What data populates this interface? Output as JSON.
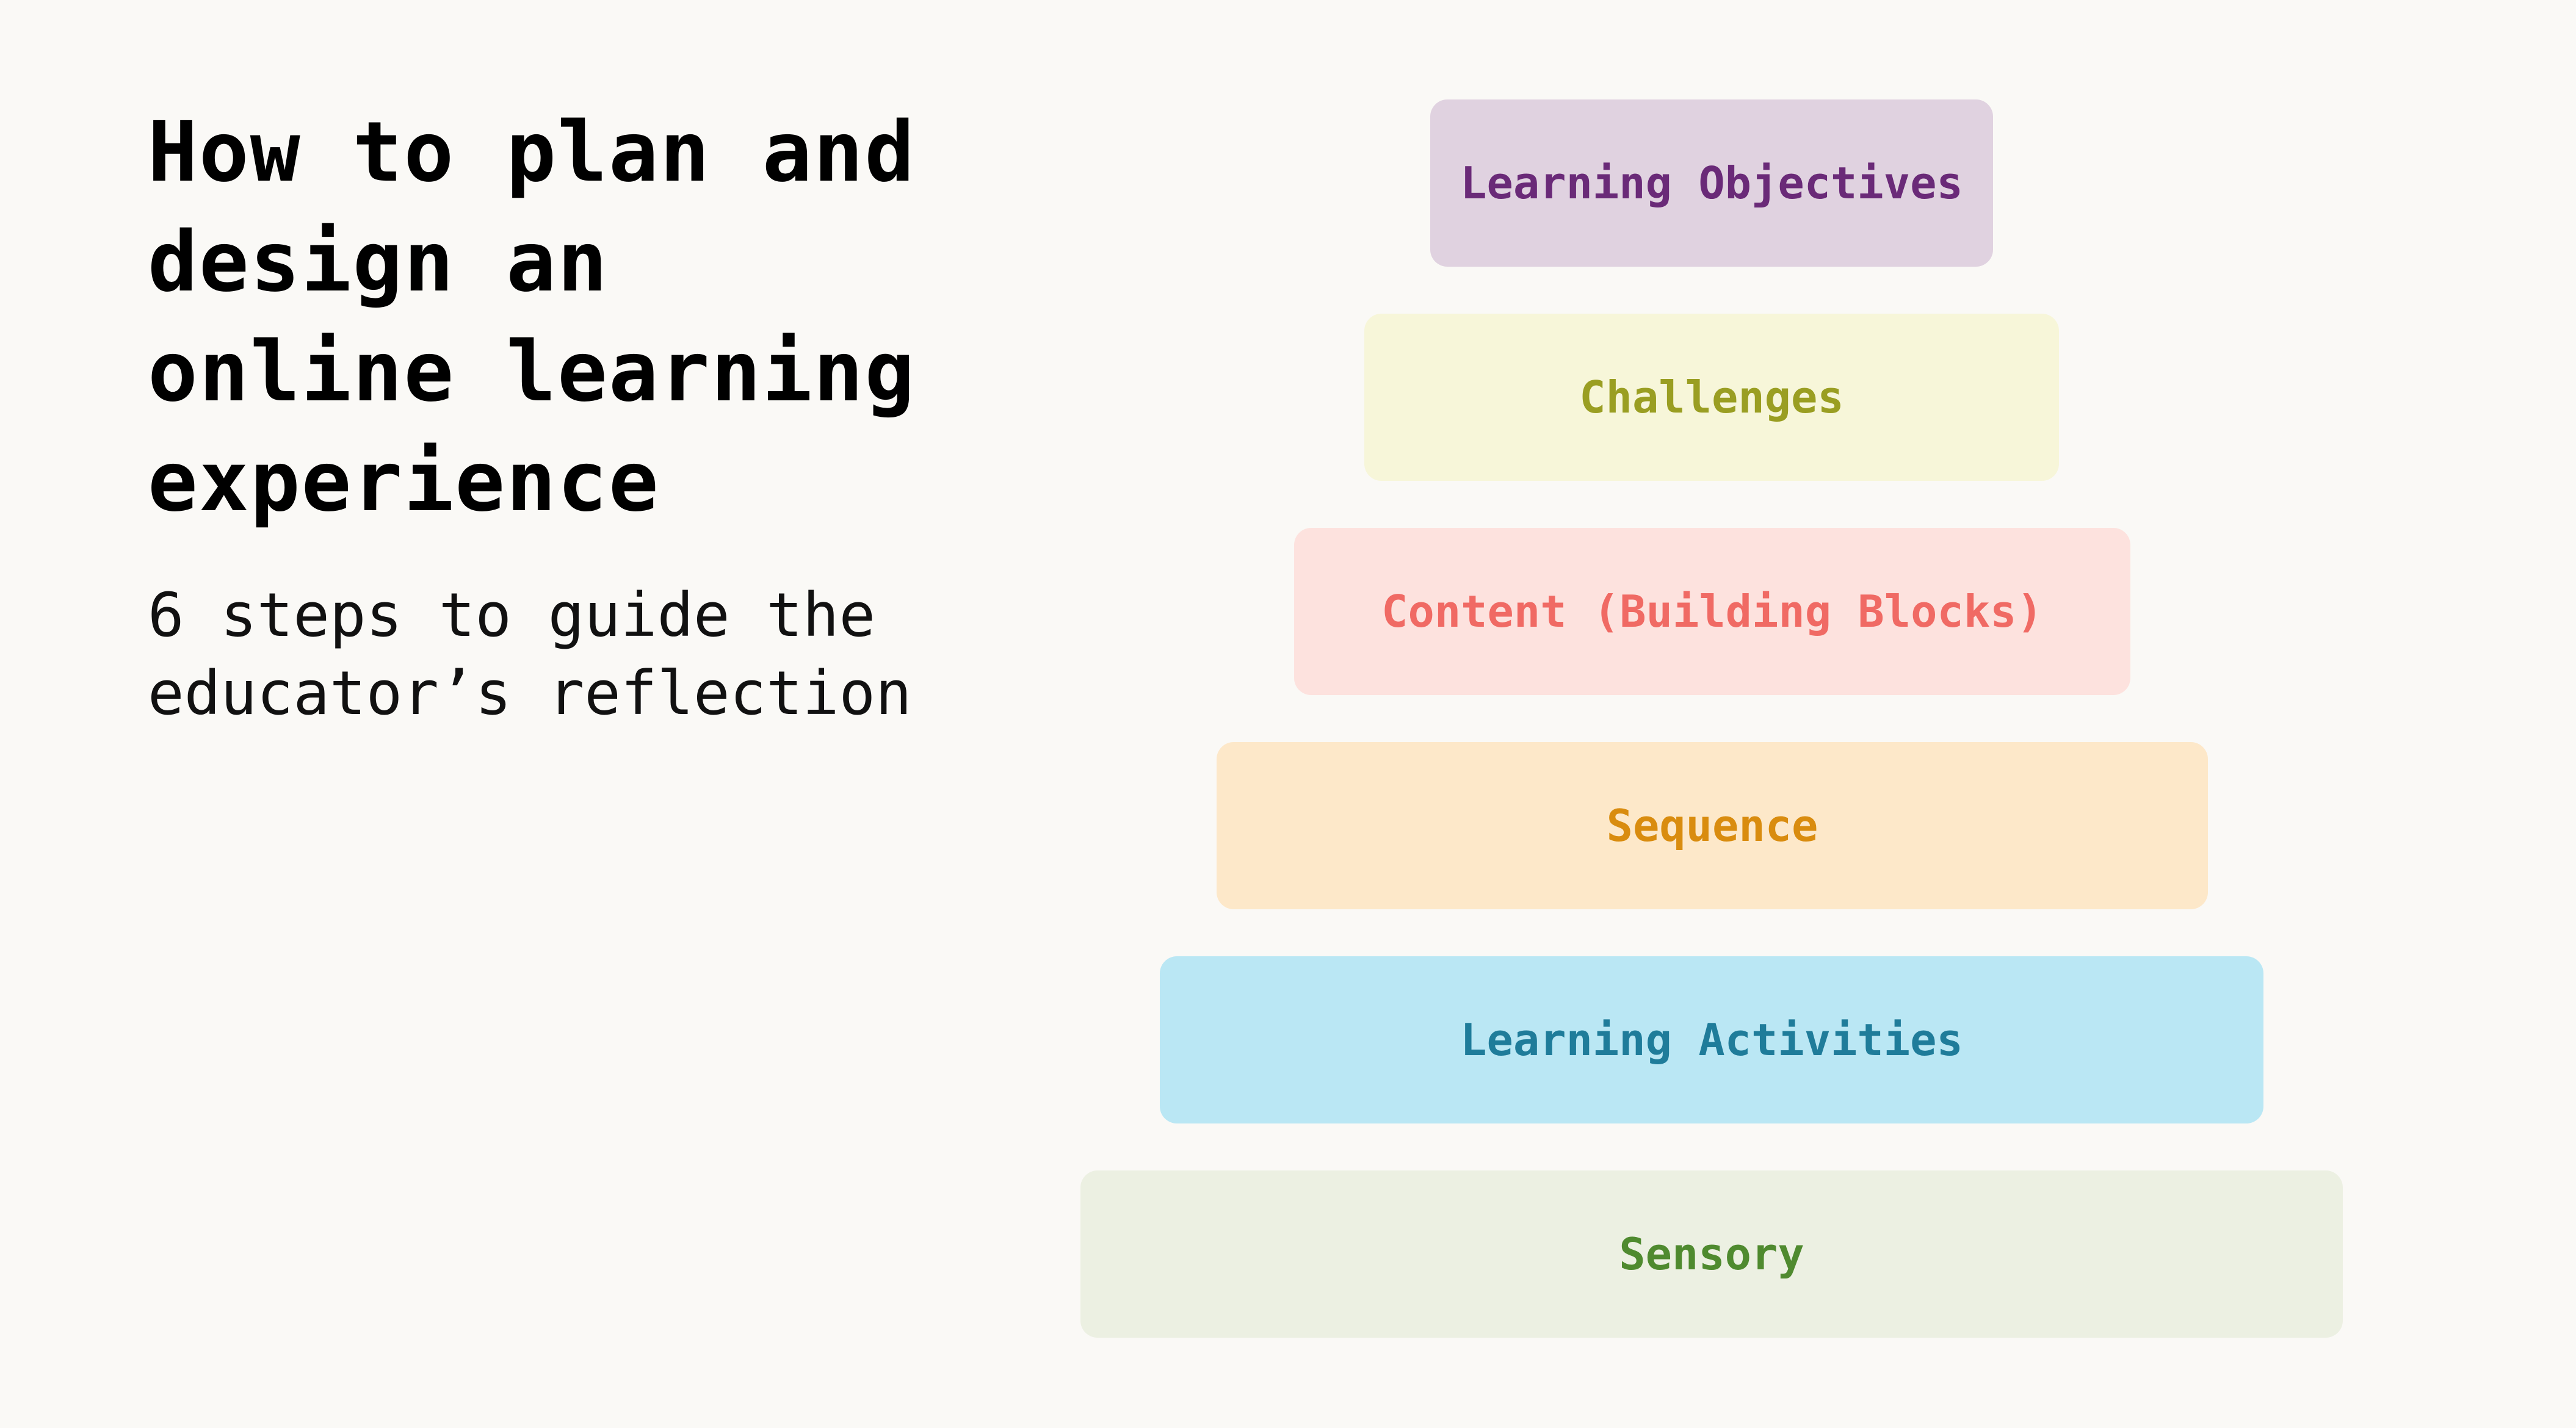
{
  "title_lines": [
    "How to plan and",
    "design an",
    "online learning",
    "experience"
  ],
  "subtitle_lines": [
    "6 steps to guide the",
    "educator’s reflection"
  ],
  "steps": [
    {
      "label": "Learning Objectives",
      "bg": "#e0d2e0",
      "fg": "#6a2a78"
    },
    {
      "label": "Challenges",
      "bg": "#f7f6d9",
      "fg": "#9a9e22"
    },
    {
      "label": "Content (Building Blocks)",
      "bg": "#fde2de",
      "fg": "#f06a64"
    },
    {
      "label": "Sequence",
      "bg": "#fde8c9",
      "fg": "#d98c0f"
    },
    {
      "label": "Learning Activities",
      "bg": "#bae7f4",
      "fg": "#1f7c9a"
    },
    {
      "label": "Sensory",
      "bg": "#ecf0e2",
      "fg": "#4f8a2f"
    }
  ]
}
